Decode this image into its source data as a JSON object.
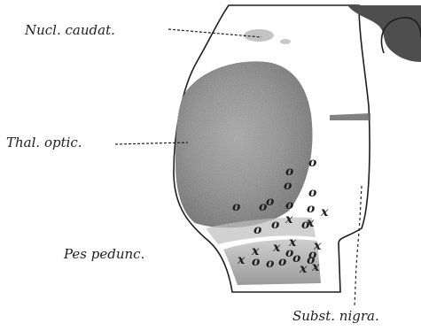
{
  "labels": {
    "nucleus_caudatus": "Nucl. caudat.",
    "thalamus_opticus": "Thal. optic.",
    "pes_pedunculi": "Pes pedunc.",
    "substantia_nigra": "Subst. nigra."
  },
  "markers": {
    "circle": "o",
    "cross": "x"
  },
  "colors": {
    "ink": "#1e1e1e",
    "thalamus_shade": "#8e8e8e",
    "background": "#ffffff"
  }
}
